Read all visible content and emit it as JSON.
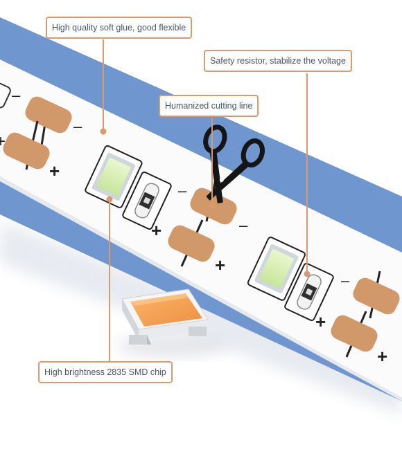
{
  "callouts": {
    "soft_glue": "High quality soft glue, good flexible",
    "safety_resistor": "Safety resistor, stabilize the voltage",
    "cutting_line": "Humanized cutting line",
    "smd_chip": "High brightness 2835 SMD chip"
  },
  "pad_labels": {
    "minus": "–",
    "plus": "+"
  },
  "colors": {
    "backing": "#7096cf",
    "strip": "#fbfbfb",
    "pad": "#d1996a",
    "led_green": "#d8efb4",
    "chip_orange": "#f4a457",
    "callout_border": "#d99a6c",
    "callout_text": "#4a5566"
  },
  "icons": [
    "scissors-icon",
    "resistor-icon",
    "led-chip-icon"
  ]
}
